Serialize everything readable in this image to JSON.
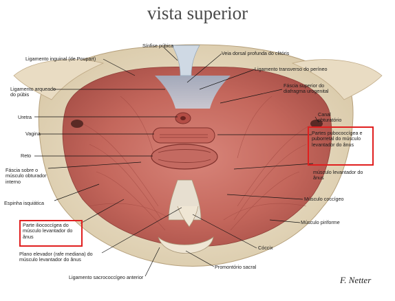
{
  "title": "vista superior",
  "labels": {
    "sinfise_pubica": "Sínfise púbica",
    "veia_dorsal": "Veia dorsal profunda do clitóris",
    "ligamento_inguinal": "Ligamento inguinal (de Poupart)",
    "ligamento_transverso": "Ligamento transverso do períneo",
    "ligamento_arqueado": "Ligamento arqueado do púbis",
    "fascia_superior": "Fáscia superior do diafragma urogenital",
    "uretra": "Uretra",
    "canal_obturatorio": "Canal obturatório",
    "vagina": "Vagina",
    "partes_pubococcigea": "Partes pubococcígea e puborretal do músculo levantador do ânus",
    "reto": "Reto",
    "fascia_obturador": "Fáscia sobre o músculo obturador interno",
    "musculo_levantador": "músculo levantador do ânus",
    "espinha_isquiatica": "Espinha isquiática",
    "musculo_coccigeo": "Músculo coccígeo",
    "parte_iliococcigea": "Parte iliococcígea do músculo levantador do ânus",
    "musculo_piriforme": "Músculo piriforme",
    "coccix": "Cóccix",
    "plano_elevador": "Plano elevador (rafe mediana) do músculo levantador do ânus",
    "promontorio_sacral": "Promontório sacral",
    "ligamento_sacrococcigeo": "Ligamento sacrococcígeo anterior"
  },
  "signature": "F. Netter"
}
